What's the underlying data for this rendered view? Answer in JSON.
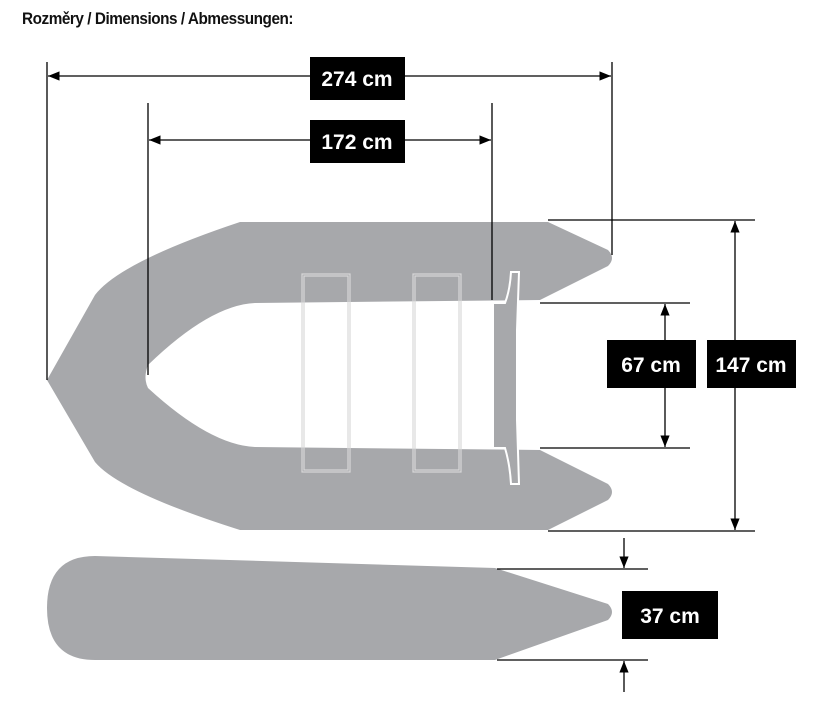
{
  "title": "Rozměry / Dimensions / Abmessungen:",
  "dimensions": {
    "overall_length": "274 cm",
    "inner_length": "172 cm",
    "overall_width": "147 cm",
    "inner_width": "67 cm",
    "tube_diameter": "37 cm"
  },
  "colors": {
    "hull": "#a7a8ab",
    "label_bg": "#000000",
    "line": "#000000"
  }
}
